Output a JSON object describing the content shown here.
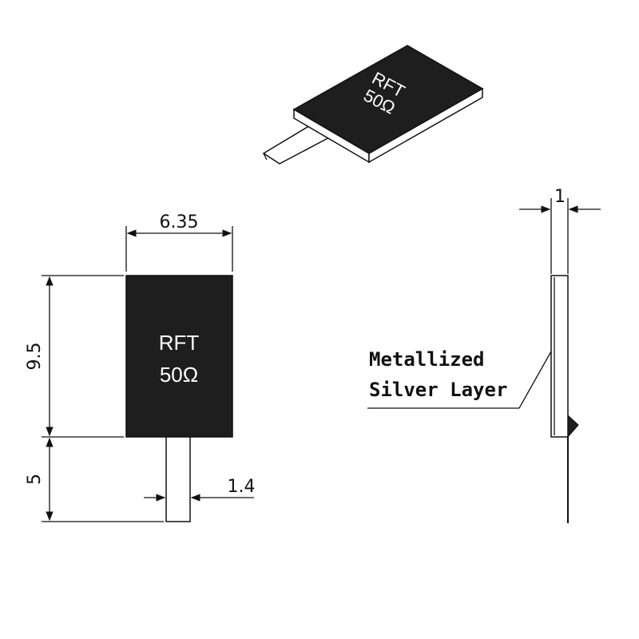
{
  "component": {
    "marking_line1": "RFT",
    "marking_line2": "50Ω",
    "body_color": "#1e1e1e",
    "lead_color": "#ffffff"
  },
  "dimensions": {
    "body_width": "6.35",
    "body_height": "9.5",
    "lead_length": "5",
    "lead_width": "1.4",
    "thickness": "1"
  },
  "callout": {
    "line1": "Metallized",
    "line2": "Silver Layer"
  }
}
